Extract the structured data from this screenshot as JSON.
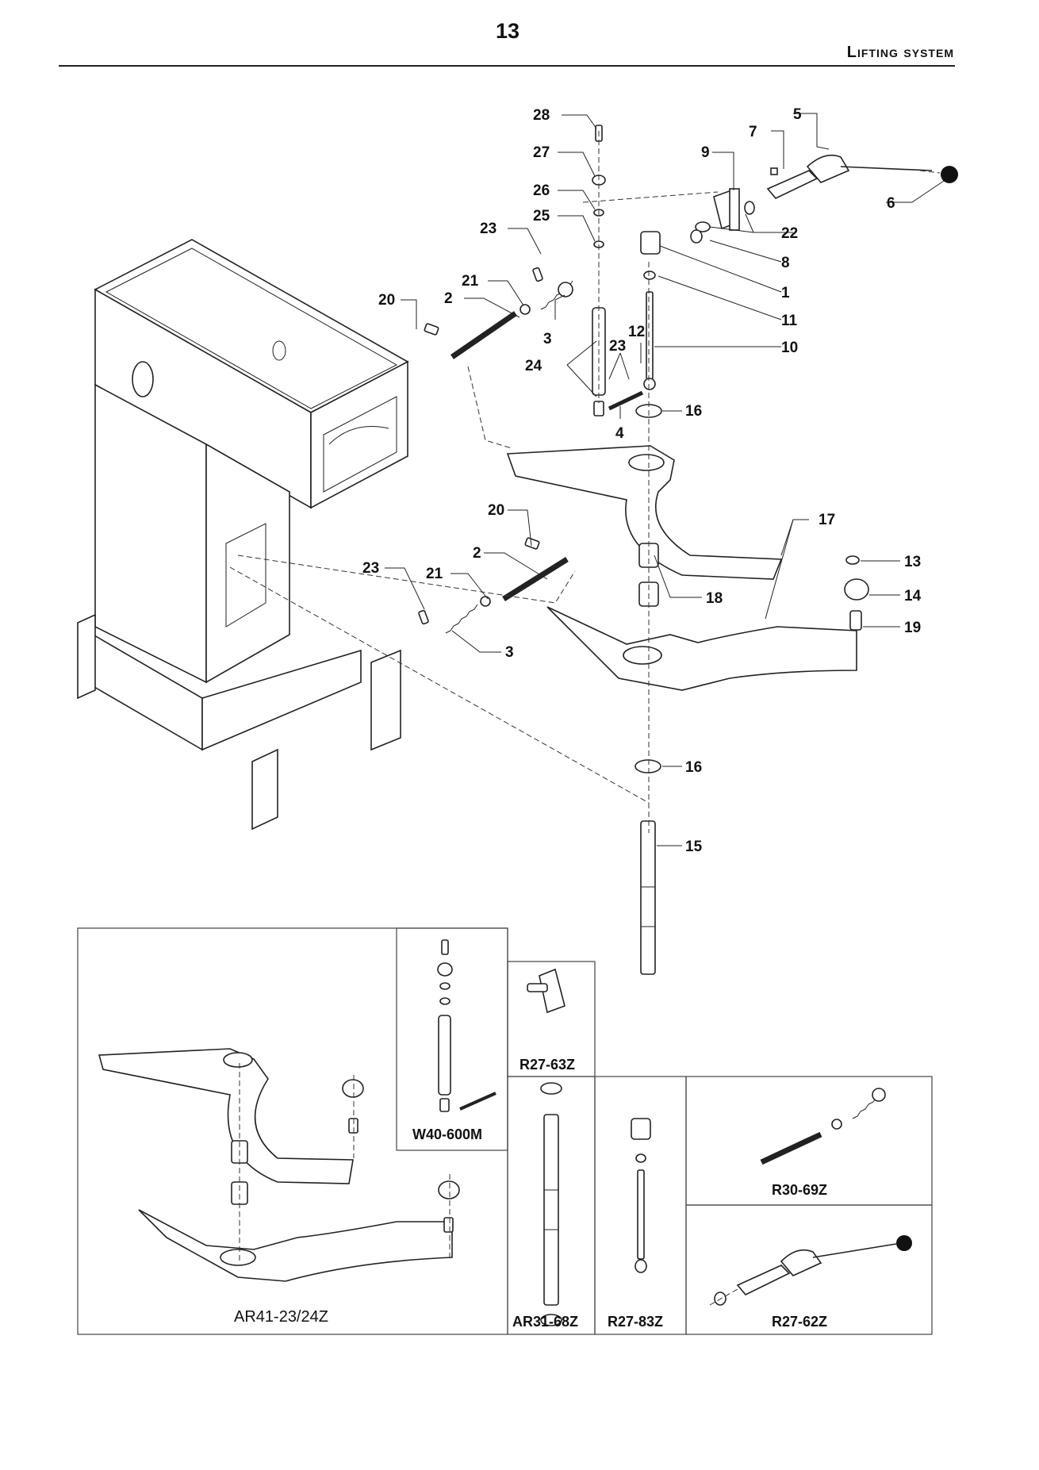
{
  "header": {
    "page_number": "13",
    "section_title": "Lifting system"
  },
  "callouts": [
    "28",
    "27",
    "26",
    "25",
    "23",
    "21",
    "20",
    "2",
    "3",
    "24",
    "23",
    "12",
    "4",
    "5",
    "7",
    "9",
    "6",
    "22",
    "8",
    "1",
    "11",
    "10",
    "16",
    "20",
    "2",
    "23",
    "21",
    "3",
    "17",
    "18",
    "13",
    "14",
    "19",
    "16",
    "15"
  ],
  "kits": {
    "bowl_arms": "AR41-23/24Z",
    "column": "W40-600M",
    "bracket": "R27-63Z",
    "lift_shaft": "AR31-68Z",
    "tie_rod": "R27-83Z",
    "link": "R30-69Z",
    "crank": "R27-62Z"
  }
}
